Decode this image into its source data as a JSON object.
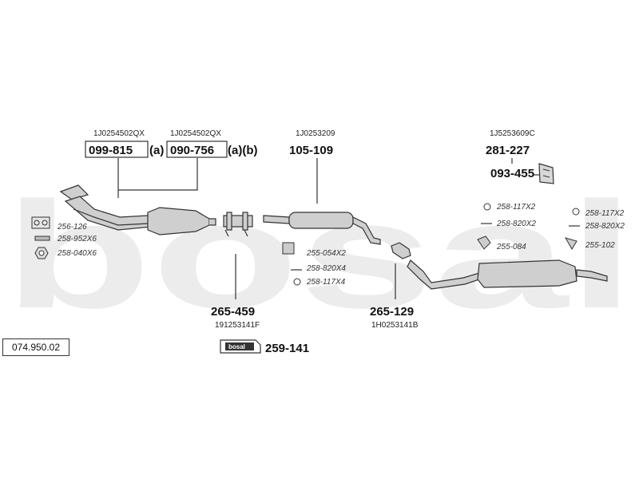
{
  "watermark": "bosal",
  "ref_number": "074.950.02",
  "colors": {
    "watermark": "#ececec",
    "line": "#333333",
    "pipe": "#cfcfcf"
  },
  "parts": {
    "p1": {
      "oe": "1J0254502QX",
      "number": "099-815",
      "suffix": "(a)"
    },
    "p2": {
      "oe": "1J0254502QX",
      "number": "090-756",
      "suffix": "(a)(b)"
    },
    "p3": {
      "oe": "1J0253209",
      "number": "105-109"
    },
    "p4": {
      "oe": "1J5253609C",
      "number": "281-227"
    },
    "p5": {
      "number": "093-455"
    },
    "p6": {
      "number": "265-459",
      "oe": "191253141F"
    },
    "p7": {
      "number": "265-129",
      "oe": "1H0253141B"
    },
    "p8": {
      "number": "259-141",
      "badge": "bosal"
    }
  },
  "small_parts": {
    "s1": "256-126",
    "s2": "258-952X6",
    "s3": "258-040X6",
    "s4": "255-054X2",
    "s5": "258-820X4",
    "s6": "258-117X4",
    "s7": "258-117X2",
    "s8": "258-820X2",
    "s9": "255-084",
    "s10": "258-117X2",
    "s11": "258-820X2",
    "s12": "255-102"
  }
}
